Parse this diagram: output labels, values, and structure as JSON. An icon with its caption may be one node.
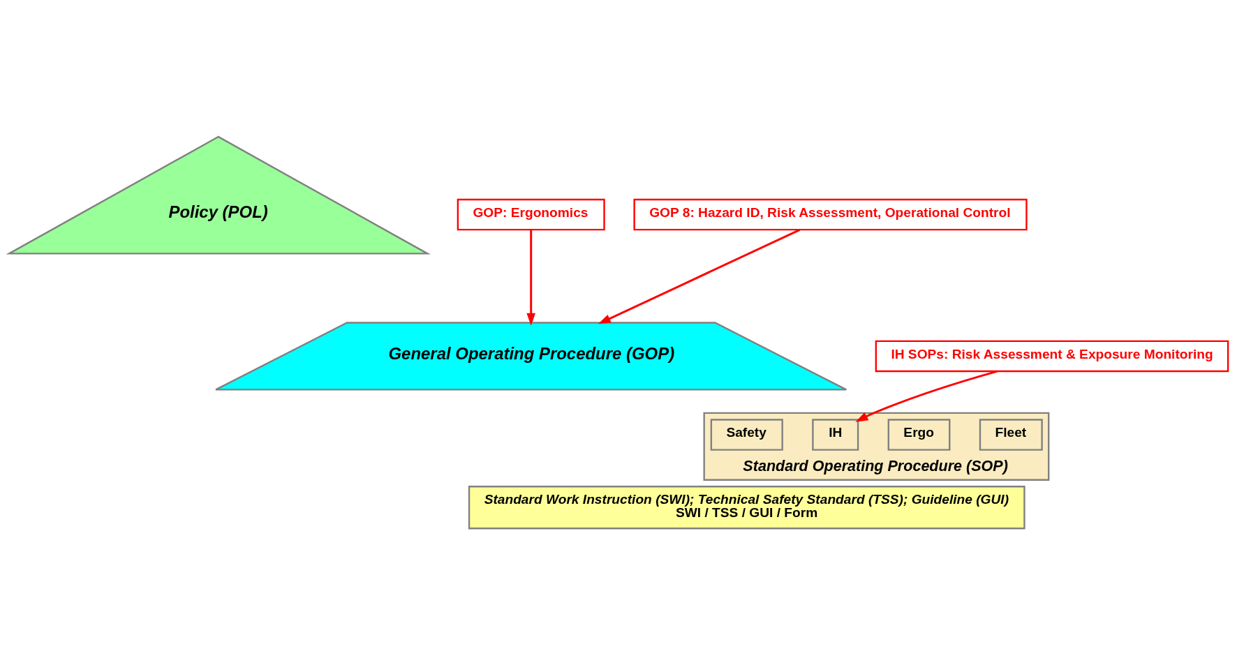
{
  "diagram": {
    "nodes": [
      {
        "text": [
          "Policy (POL)"
        ]
      },
      {
        "text": [
          "General Operating Procedure (GOP)"
        ]
      },
      {
        "text": [
          "Standard Operating Procedure (SOP)"
        ]
      },
      {
        "text": [
          "Safety"
        ],
        "in": 2
      },
      {
        "text": [
          "IH"
        ],
        "in": 2
      },
      {
        "text": [
          "Ergo"
        ],
        "in": 2
      },
      {
        "text": [
          "Fleet"
        ],
        "in": 2
      },
      {
        "text": [
          "Standard Work Instruction (SWI); Technical Safety Standard (TSS); Guideline (GUI)",
          "SWI / TSS / GUI / Form"
        ]
      },
      {
        "text": [
          "GOP: Ergonomics"
        ]
      },
      {
        "text": [
          "GOP 8: Hazard ID, Risk Assessment, Operational Control"
        ]
      },
      {
        "text": [
          "IH SOPs: Risk Assessment & Exposure Monitoring"
        ]
      }
    ],
    "edges": [
      {
        "from": 8,
        "to": 1,
        "arrow": "to"
      },
      {
        "from": 9,
        "to": 1,
        "arrow": "to"
      },
      {
        "from": 10,
        "to": 4,
        "arrow": "to"
      }
    ]
  }
}
